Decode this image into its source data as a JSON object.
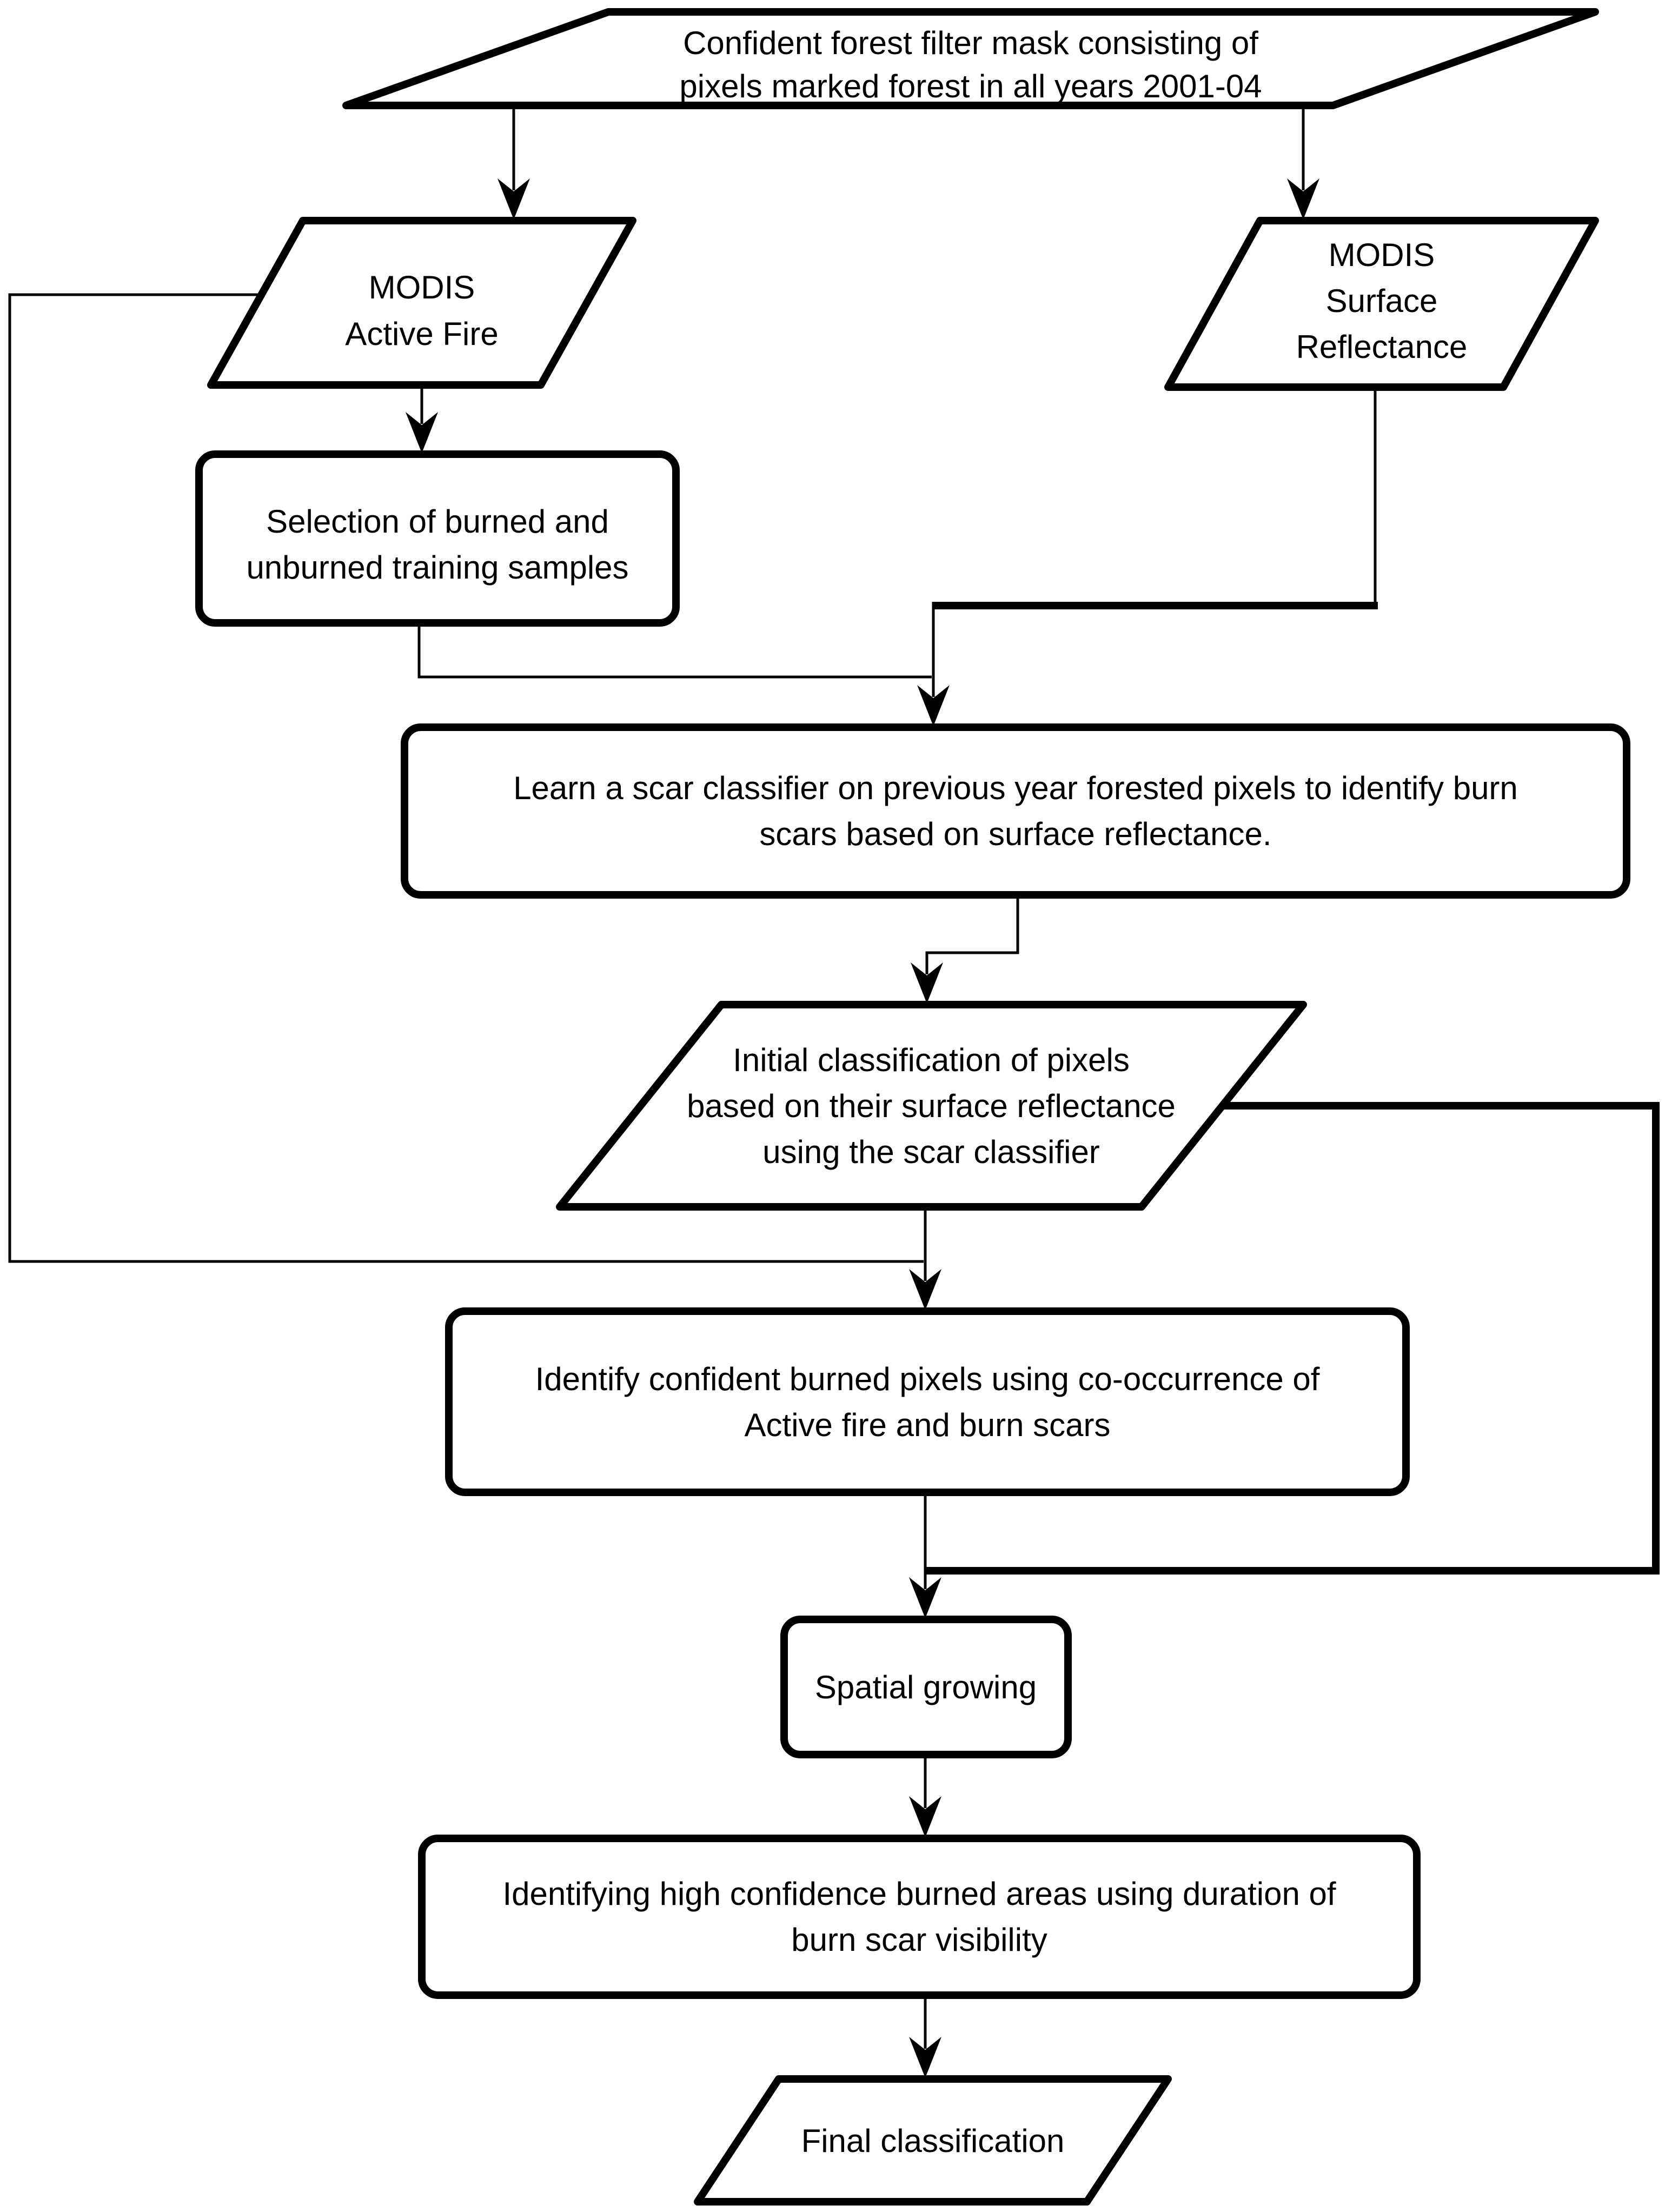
{
  "diagram": {
    "type": "flowchart",
    "colors": {
      "stroke": "#000000",
      "background": "#ffffff",
      "text": "#000000"
    },
    "nodes": {
      "forest_mask": {
        "shape": "parallelogram",
        "lines": [
          "Confident forest filter mask consisting of",
          "pixels marked forest in all years 2001-04"
        ]
      },
      "modis_active_fire": {
        "shape": "parallelogram",
        "lines": [
          "MODIS",
          "Active Fire"
        ]
      },
      "modis_surface_reflectance": {
        "shape": "parallelogram",
        "lines": [
          "MODIS",
          "Surface",
          "Reflectance"
        ]
      },
      "training_samples": {
        "shape": "process",
        "lines": [
          "Selection of burned and",
          "unburned training samples"
        ]
      },
      "learn_classifier": {
        "shape": "process",
        "lines": [
          "Learn a scar classifier on previous year forested pixels to identify burn",
          "scars based on surface reflectance."
        ]
      },
      "initial_classification": {
        "shape": "parallelogram",
        "lines": [
          "Initial classification of pixels",
          "based on their surface reflectance",
          "using the scar classifier"
        ]
      },
      "identify_confident": {
        "shape": "process",
        "lines": [
          "Identify confident burned pixels using co-occurrence of",
          "Active fire and burn scars"
        ]
      },
      "spatial_growing": {
        "shape": "process",
        "lines": [
          "Spatial growing"
        ]
      },
      "high_confidence": {
        "shape": "process",
        "lines": [
          "Identifying high confidence burned areas using duration of",
          "burn scar visibility"
        ]
      },
      "final_classification": {
        "shape": "parallelogram",
        "lines": [
          "Final classification"
        ]
      }
    },
    "edges": [
      {
        "from": "forest_mask",
        "to": "modis_active_fire",
        "style": "thin-arrow"
      },
      {
        "from": "forest_mask",
        "to": "modis_surface_reflectance",
        "style": "thin-arrow"
      },
      {
        "from": "modis_active_fire",
        "to": "training_samples",
        "style": "thin-arrow"
      },
      {
        "from": "training_samples",
        "to": "learn_classifier",
        "style": "thin-elbow"
      },
      {
        "from": "modis_surface_reflectance",
        "to": "learn_classifier",
        "style": "thin-vertical-plus-thick-horizontal"
      },
      {
        "from": "learn_classifier",
        "to": "initial_classification",
        "style": "thin-z-arrow"
      },
      {
        "from": "initial_classification",
        "to": "identify_confident",
        "style": "thin-arrow"
      },
      {
        "from": "modis_active_fire",
        "to": "identify_confident",
        "style": "thin-left-loop"
      },
      {
        "from": "initial_classification",
        "to": "spatial_growing",
        "style": "thick-right-loop"
      },
      {
        "from": "identify_confident",
        "to": "spatial_growing",
        "style": "thin-arrow"
      },
      {
        "from": "spatial_growing",
        "to": "high_confidence",
        "style": "thin-arrow"
      },
      {
        "from": "high_confidence",
        "to": "final_classification",
        "style": "thin-arrow"
      }
    ]
  }
}
